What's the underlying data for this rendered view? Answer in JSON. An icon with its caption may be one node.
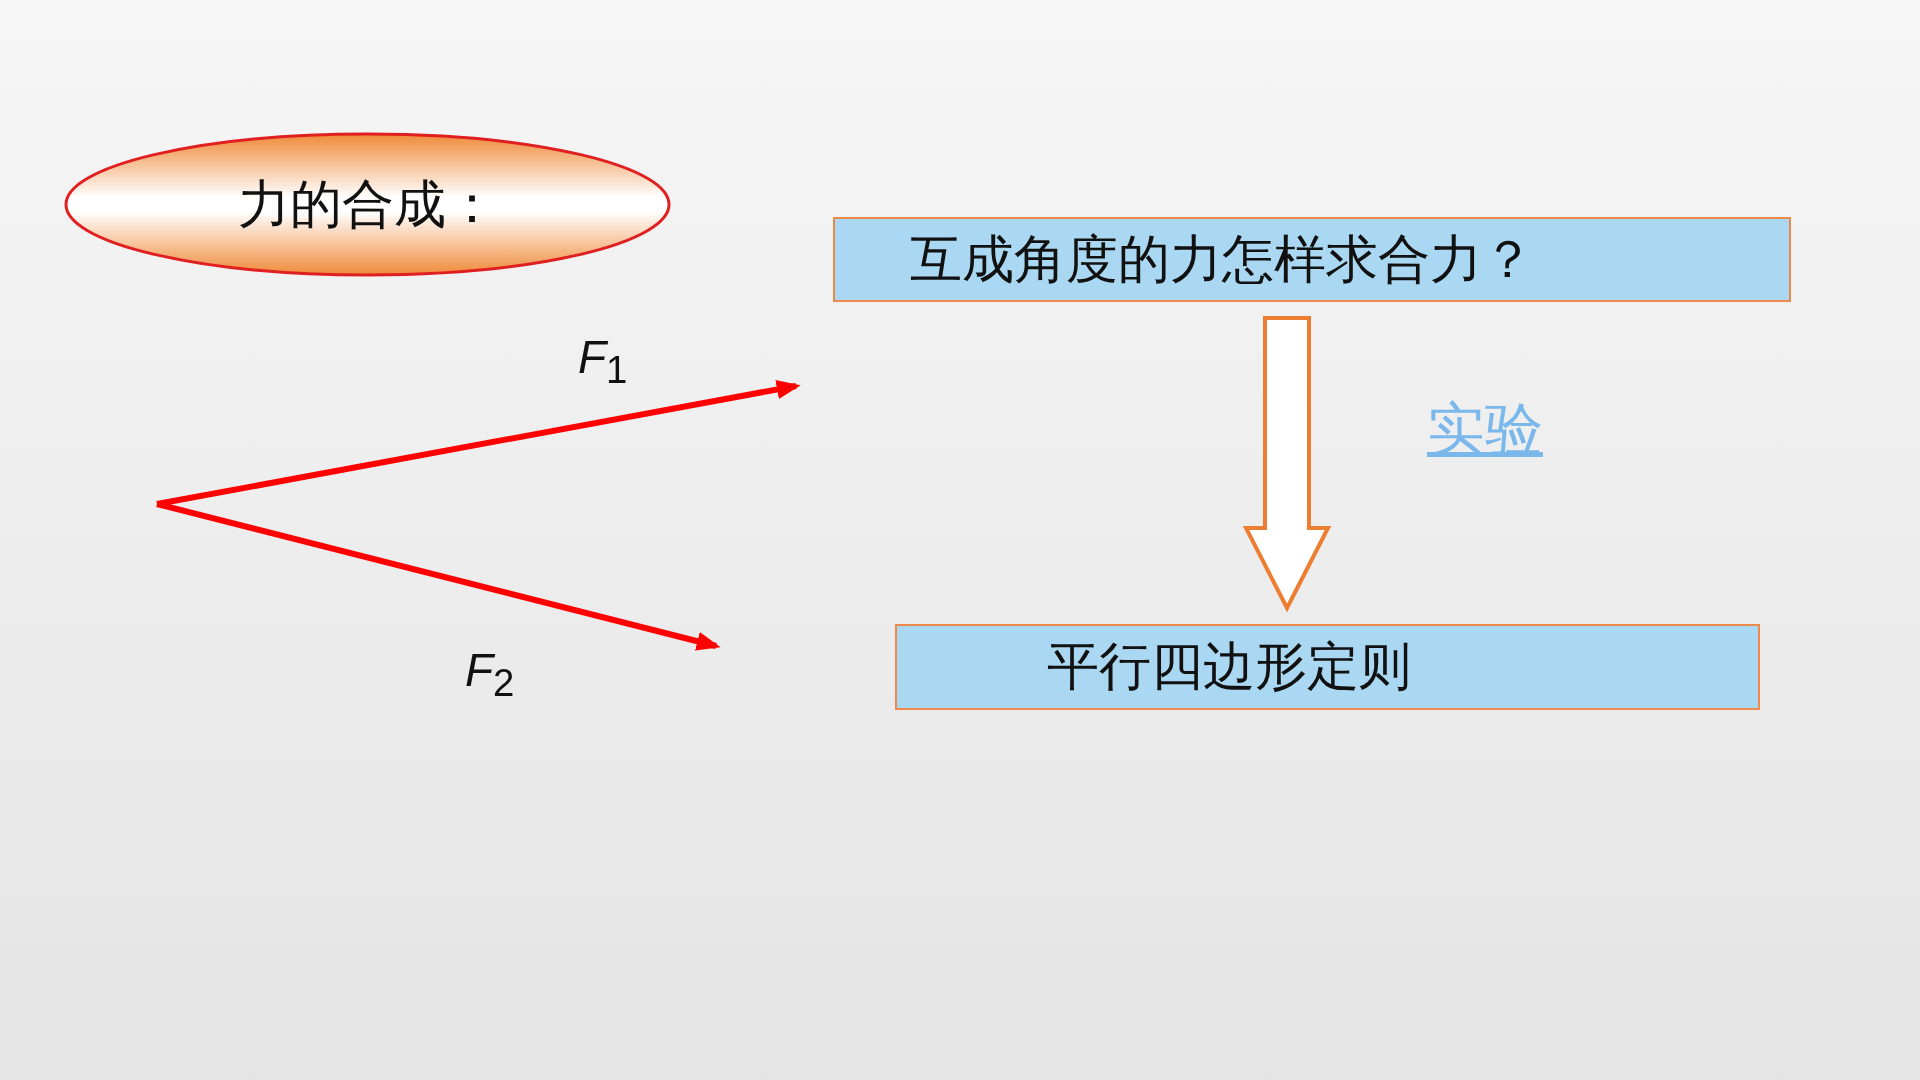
{
  "diagram": {
    "nodes": [
      {
        "text": [
          "力的合成："
        ]
      },
      {
        "text": [
          "互成角度的力怎样求合力？"
        ]
      },
      {
        "text": [
          "平行四边形定则"
        ]
      }
    ],
    "edges": [
      {
        "from": 1,
        "to": 2,
        "arrow": "to",
        "label": "实验",
        "style": "thick"
      }
    ],
    "labels": [
      "*F*$_{1}$",
      "*F*$_{2}$"
    ]
  }
}
